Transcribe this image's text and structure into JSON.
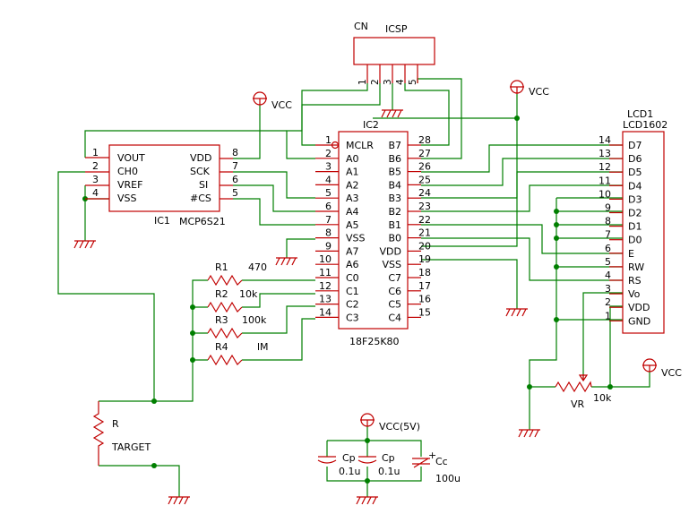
{
  "icsp": {
    "cn_label": "CN",
    "name": "ICSP",
    "pins": [
      "1",
      "2",
      "3",
      "4",
      "5"
    ]
  },
  "ic1": {
    "ref": "IC1",
    "part": "MCP6S21",
    "left_pins": [
      {
        "num": "1",
        "name": "VOUT"
      },
      {
        "num": "2",
        "name": "CH0"
      },
      {
        "num": "3",
        "name": "VREF"
      },
      {
        "num": "4",
        "name": "VSS"
      }
    ],
    "right_pins": [
      {
        "num": "8",
        "name": "VDD"
      },
      {
        "num": "7",
        "name": "SCK"
      },
      {
        "num": "6",
        "name": "SI"
      },
      {
        "num": "5",
        "name": "#CS"
      }
    ]
  },
  "ic2": {
    "ref": "IC2",
    "part": "18F25K80",
    "left_pins": [
      {
        "num": "1",
        "name": "MCLR"
      },
      {
        "num": "2",
        "name": "A0"
      },
      {
        "num": "3",
        "name": "A1"
      },
      {
        "num": "4",
        "name": "A2"
      },
      {
        "num": "5",
        "name": "A3"
      },
      {
        "num": "6",
        "name": "A4"
      },
      {
        "num": "7",
        "name": "A5"
      },
      {
        "num": "8",
        "name": "VSS"
      },
      {
        "num": "9",
        "name": "A7"
      },
      {
        "num": "10",
        "name": "A6"
      },
      {
        "num": "11",
        "name": "C0"
      },
      {
        "num": "12",
        "name": "C1"
      },
      {
        "num": "13",
        "name": "C2"
      },
      {
        "num": "14",
        "name": "C3"
      }
    ],
    "right_pins": [
      {
        "num": "28",
        "name": "B7"
      },
      {
        "num": "27",
        "name": "B6"
      },
      {
        "num": "26",
        "name": "B5"
      },
      {
        "num": "25",
        "name": "B4"
      },
      {
        "num": "24",
        "name": "B3"
      },
      {
        "num": "23",
        "name": "B2"
      },
      {
        "num": "22",
        "name": "B1"
      },
      {
        "num": "21",
        "name": "B0"
      },
      {
        "num": "20",
        "name": "VDD"
      },
      {
        "num": "19",
        "name": "VSS"
      },
      {
        "num": "18",
        "name": "C7"
      },
      {
        "num": "17",
        "name": "C6"
      },
      {
        "num": "16",
        "name": "C5"
      },
      {
        "num": "15",
        "name": "C4"
      }
    ]
  },
  "lcd": {
    "ref": "LCD1",
    "part": "LCD1602",
    "pins": [
      {
        "num": "14",
        "name": "D7"
      },
      {
        "num": "13",
        "name": "D6"
      },
      {
        "num": "12",
        "name": "D5"
      },
      {
        "num": "11",
        "name": "D4"
      },
      {
        "num": "10",
        "name": "D3"
      },
      {
        "num": "9",
        "name": "D2"
      },
      {
        "num": "8",
        "name": "D1"
      },
      {
        "num": "7",
        "name": "D0"
      },
      {
        "num": "6",
        "name": "E"
      },
      {
        "num": "5",
        "name": "RW"
      },
      {
        "num": "4",
        "name": "RS"
      },
      {
        "num": "3",
        "name": "Vo"
      },
      {
        "num": "2",
        "name": "VDD"
      },
      {
        "num": "1",
        "name": "GND"
      }
    ]
  },
  "resistors": [
    {
      "ref": "R1",
      "value": "470"
    },
    {
      "ref": "R2",
      "value": "10k"
    },
    {
      "ref": "R3",
      "value": "100k"
    },
    {
      "ref": "R4",
      "value": "lM"
    }
  ],
  "target": {
    "ref": "R",
    "label": "TARGET"
  },
  "vr": {
    "ref": "VR",
    "value": "10k"
  },
  "power": {
    "vcc": "VCC",
    "vcc5": "VCC(5V)"
  },
  "caps": [
    {
      "ref": "Cp",
      "value": "0.1u"
    },
    {
      "ref": "Cp",
      "value": "0.1u"
    },
    {
      "ref": "Cc",
      "value": "100u"
    }
  ],
  "cap_polarity": "+",
  "colors": {
    "wire": "#007f00",
    "component": "#c00000",
    "text": "#000000"
  }
}
